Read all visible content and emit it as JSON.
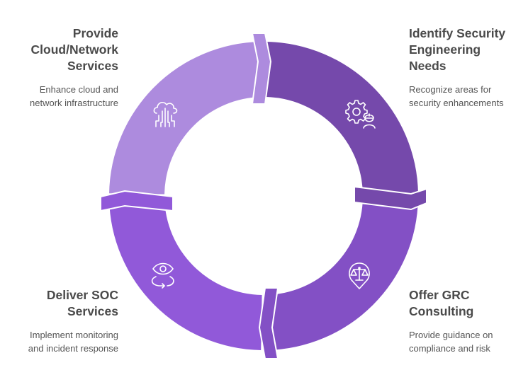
{
  "diagram": {
    "type": "cycle",
    "steps": [
      {
        "id": "identify",
        "title": "Identify Security Engineering Needs",
        "title_lines": [
          "Identify Security",
          "Engineering",
          "Needs"
        ],
        "description_lines": [
          "Recognize areas for",
          "security enhancements"
        ],
        "icon": "gear-engineer-icon",
        "color": "#7549ab"
      },
      {
        "id": "grc",
        "title": "Offer GRC Consulting",
        "title_lines": [
          "Offer GRC",
          "Consulting"
        ],
        "description_lines": [
          "Provide guidance on",
          "compliance and risk"
        ],
        "icon": "scales-pin-icon",
        "color": "#8350c5"
      },
      {
        "id": "soc",
        "title": "Deliver SOC Services",
        "title_lines": [
          "Deliver SOC",
          "Services"
        ],
        "description_lines": [
          "Implement monitoring",
          "and incident response"
        ],
        "icon": "eye-cycle-icon",
        "color": "#9159d9"
      },
      {
        "id": "cloud",
        "title": "Provide Cloud/Network Services",
        "title_lines": [
          "Provide",
          "Cloud/Network",
          "Services"
        ],
        "description_lines": [
          "Enhance cloud and",
          "network infrastructure"
        ],
        "icon": "cloud-network-icon",
        "color": "#ad8bde"
      }
    ]
  }
}
